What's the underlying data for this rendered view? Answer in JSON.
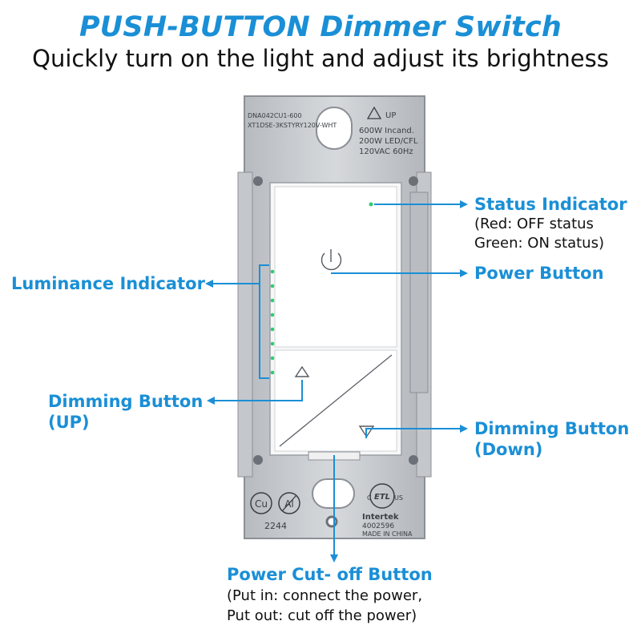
{
  "header": {
    "title": "PUSH-BUTTON Dimmer Switch",
    "subtitle": "Quickly turn on the light and adjust its brightness"
  },
  "plate": {
    "model_line1": "DNA042CU1-600",
    "model_line2": "XT1DSE-3KSTYRY120V-WHT",
    "up_mark": "UP",
    "rating1": "600W Incand.",
    "rating2": "200W LED/CFL",
    "rating3": "120VAC 60Hz",
    "cert_number": "2244",
    "intertek": "Intertek",
    "intertek_number": "4002596",
    "made_in": "MADE IN CHINA",
    "etl_c": "C",
    "etl_us": "US",
    "etl_logo": "ETL",
    "cu_logo": "Cu",
    "al_logo": "Al"
  },
  "callouts": {
    "status": {
      "label": "Status Indicator",
      "line1": "(Red: OFF status",
      "line2": "Green: ON status)"
    },
    "power": {
      "label": "Power Button"
    },
    "luminance": {
      "label": "Luminance Indicator"
    },
    "dim_up": {
      "line1": "Dimming Button",
      "line2": "(UP)"
    },
    "dim_down": {
      "line1": "Dimming Button",
      "line2": "(Down)"
    },
    "cutoff": {
      "label": "Power Cut- off Button",
      "line1": "(Put in: connect the power,",
      "line2": "Put out: cut off the power)"
    }
  },
  "colors": {
    "accent": "#1a8fd6",
    "indicator_green": "#2ecc71",
    "plate_metal": "#c9ccd0"
  },
  "icons": {
    "power": "power-icon",
    "up": "triangle-up-icon",
    "down": "triangle-down-icon",
    "warning": "warning-triangle-icon"
  }
}
